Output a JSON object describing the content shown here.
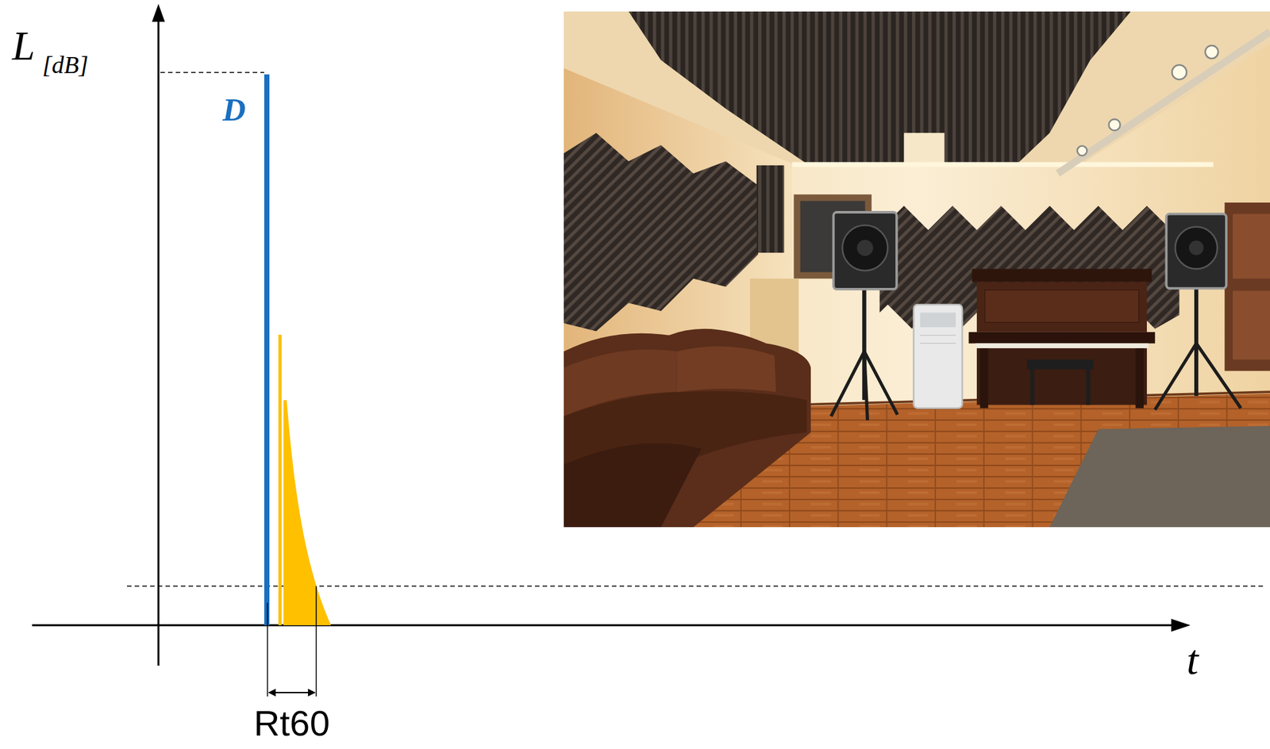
{
  "diagram": {
    "labels": [
      "L",
      "[dB]",
      "D",
      "t",
      "Rt60"
    ]
  }
}
